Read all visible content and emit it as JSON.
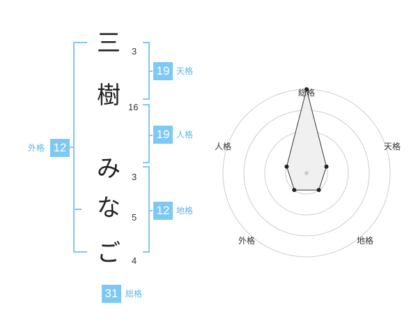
{
  "name_chars": [
    {
      "char": "三",
      "strokes": "3"
    },
    {
      "char": "樹",
      "strokes": "16"
    },
    {
      "char": "み",
      "strokes": "3"
    },
    {
      "char": "な",
      "strokes": "5"
    },
    {
      "char": "ご",
      "strokes": "4"
    }
  ],
  "fortune": {
    "tenkaku": {
      "value": "19",
      "label": "天格"
    },
    "jinkaku": {
      "value": "19",
      "label": "人格"
    },
    "chikaku": {
      "value": "12",
      "label": "地格"
    },
    "gaikaku": {
      "value": "12",
      "label": "外格"
    },
    "soukaku": {
      "value": "31",
      "label": "総格"
    }
  },
  "radar": {
    "axes": [
      "総格",
      "天格",
      "地格",
      "外格",
      "人格"
    ],
    "levels": 4,
    "values": [
      4,
      1,
      1,
      1,
      1
    ],
    "fill_color": "#f0f0f0",
    "line_color": "#333333",
    "ring_color": "#cccccc"
  },
  "colors": {
    "accent": "#7ec8f5"
  }
}
